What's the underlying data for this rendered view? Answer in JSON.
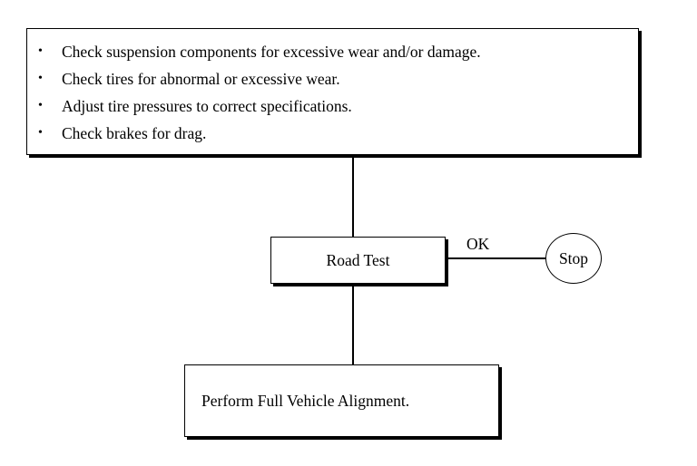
{
  "checklist": {
    "items": [
      "Check suspension components for excessive wear and/or damage.",
      "Check tires for abnormal or excessive wear.",
      "Adjust tire pressures to correct specifications.",
      "Check brakes for drag."
    ]
  },
  "road_test": {
    "label": "Road Test"
  },
  "branch": {
    "label": "OK"
  },
  "stop": {
    "label": "Stop"
  },
  "alignment": {
    "label": "Perform Full Vehicle Alignment."
  }
}
